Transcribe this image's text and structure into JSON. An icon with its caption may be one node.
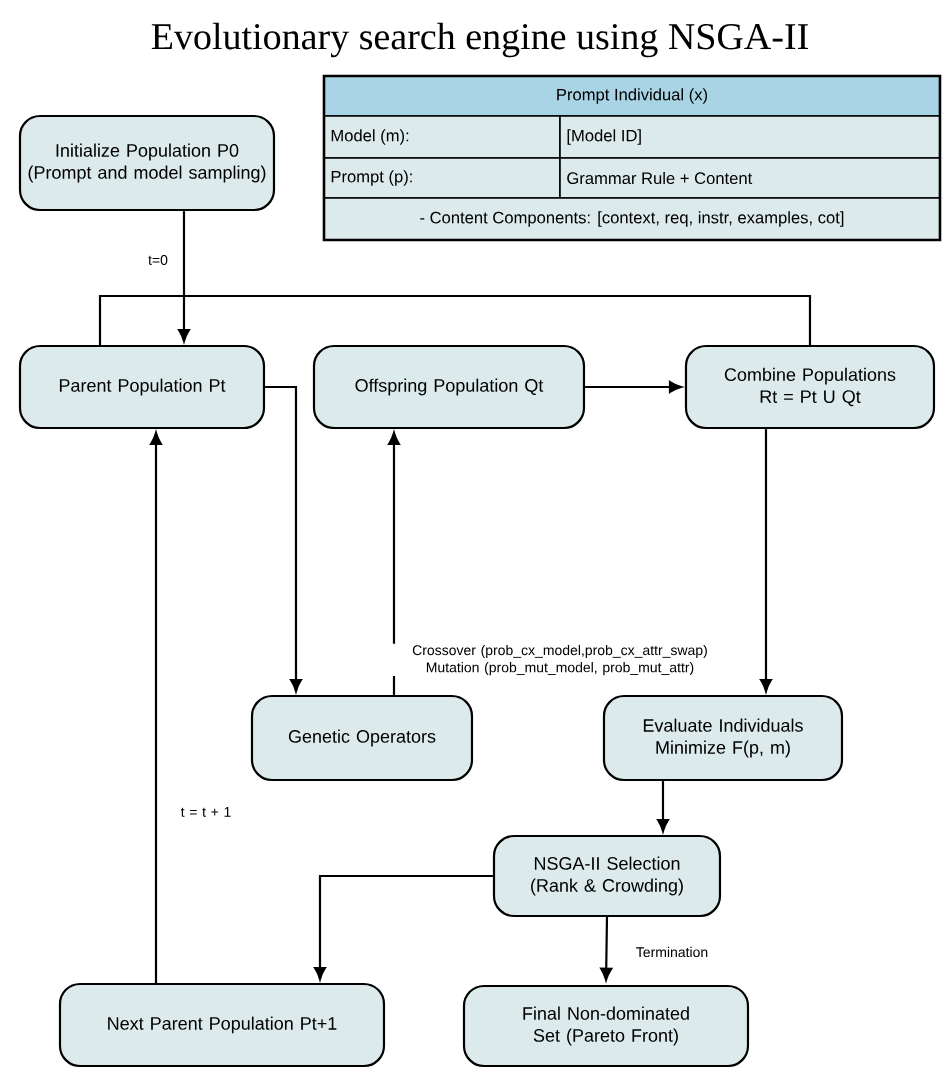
{
  "diagram": {
    "title": "Evolutionary search engine using NSGA-II",
    "nodes": [
      {
        "text": [
          "Initialize Population P0 (Prompt and model sampling)"
        ]
      },
      {
        "text": [
          "Parent Population Pt"
        ]
      },
      {
        "text": [
          "Offspring Population Qt"
        ]
      },
      {
        "text": [
          "Combine Populations Rt = Pt U Qt"
        ]
      },
      {
        "text": [
          "Genetic Operators"
        ]
      },
      {
        "text": [
          "Evaluate Individuals Minimize F(p, m)"
        ]
      },
      {
        "text": [
          "NSGA-II Selection (Rank & Crowding)"
        ]
      },
      {
        "text": [
          "Next Parent Population Pt+1"
        ]
      },
      {
        "text": [
          "Final Non-dominated Set (Pareto Front)"
        ]
      }
    ],
    "edges": [
      {
        "from": 0,
        "to": 1,
        "arrow": "to",
        "label": "t=0"
      },
      {
        "from": 1,
        "to": 3,
        "arrow": "none"
      },
      {
        "from": 1,
        "to": 4,
        "arrow": "to"
      },
      {
        "from": 4,
        "to": 2,
        "arrow": "to",
        "label": "Crossover (prob_cx_model,prob_cx_attr_swap) Mutation (prob_mut_model, prob_mut_attr)"
      },
      {
        "from": 2,
        "to": 3,
        "arrow": "to"
      },
      {
        "from": 3,
        "to": 5,
        "arrow": "to"
      },
      {
        "from": 5,
        "to": 6,
        "arrow": "to"
      },
      {
        "from": 6,
        "to": 7,
        "arrow": "to"
      },
      {
        "from": 6,
        "to": 8,
        "arrow": "to",
        "label": "Termination"
      },
      {
        "from": 7,
        "to": 1,
        "arrow": "to",
        "label": "t = t + 1"
      }
    ],
    "labels": [
      "Prompt Individual (x)",
      "Model (m):",
      "[Model ID]",
      "Prompt (p):",
      "Grammar Rule + Content",
      "- Content Components: [context, req, instr, examples, cot]"
    ]
  }
}
